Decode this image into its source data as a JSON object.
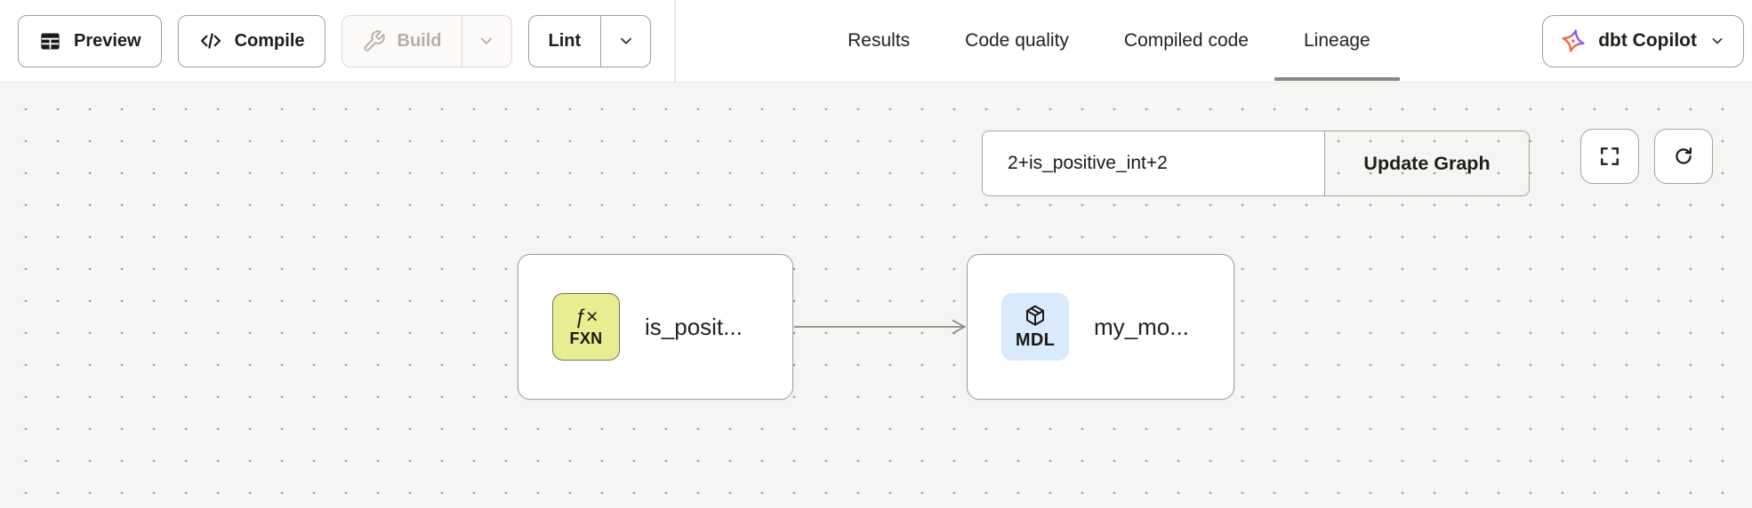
{
  "toolbar": {
    "preview_label": "Preview",
    "compile_label": "Compile",
    "build_label": "Build",
    "lint_label": "Lint"
  },
  "tabs": [
    {
      "label": "Results",
      "active": false
    },
    {
      "label": "Code quality",
      "active": false
    },
    {
      "label": "Compiled code",
      "active": false
    },
    {
      "label": "Lineage",
      "active": true
    }
  ],
  "copilot": {
    "label": "dbt Copilot"
  },
  "lineage": {
    "search": {
      "value": "2+is_positive_int+2",
      "update_button_label": "Update Graph"
    },
    "nodes": [
      {
        "label": "is_posit...",
        "badge_code": "FXN",
        "badge_glyph": "ƒ×",
        "type": "function"
      },
      {
        "label": "my_mo...",
        "badge_code": "MDL",
        "type": "model"
      }
    ],
    "edges": [
      {
        "from": "is_posit...",
        "to": "my_mo..."
      }
    ]
  },
  "colors": {
    "canvas_bg": "#f5f5f4",
    "dot_grid": "#a3a3a3",
    "function_badge_bg": "#e9ec90",
    "model_badge_bg": "#d9eafa",
    "button_border": "#a49e98",
    "active_tab_underline": "#8b8680",
    "copilot_orange": "#f4683e",
    "copilot_purple": "#8d59f3",
    "edge_line": "#8c8984"
  }
}
